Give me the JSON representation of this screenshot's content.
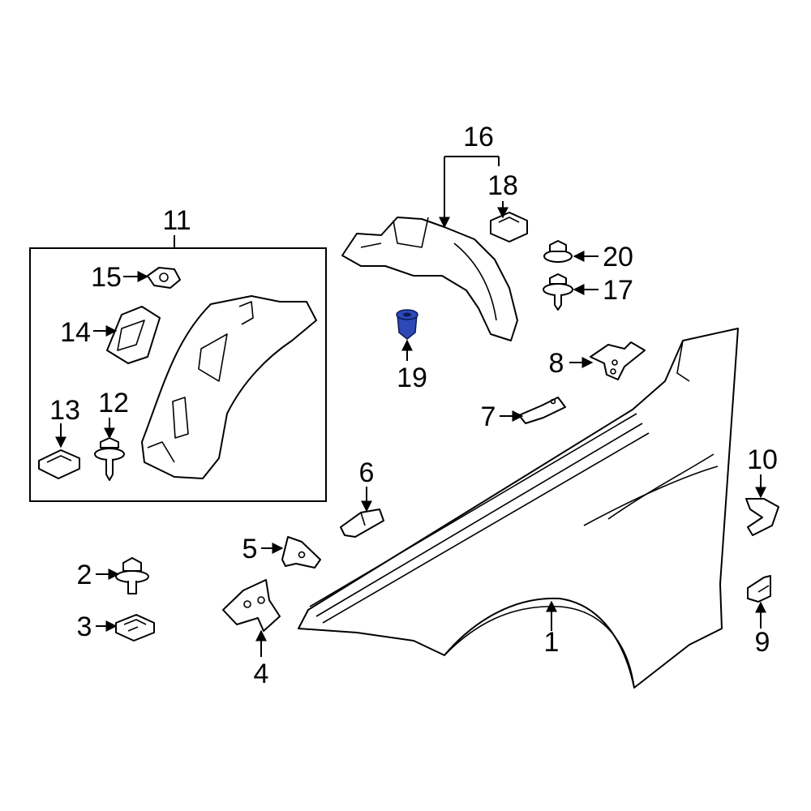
{
  "diagram": {
    "highlight_color": "#2d49b8",
    "highlighted_part": "19",
    "callouts": {
      "c1": "1",
      "c2": "2",
      "c3": "3",
      "c4": "4",
      "c5": "5",
      "c6": "6",
      "c7": "7",
      "c8": "8",
      "c9": "9",
      "c10": "10",
      "c11": "11",
      "c12": "12",
      "c13": "13",
      "c14": "14",
      "c15": "15",
      "c16": "16",
      "c17": "17",
      "c18": "18",
      "c19": "19",
      "c20": "20"
    }
  }
}
